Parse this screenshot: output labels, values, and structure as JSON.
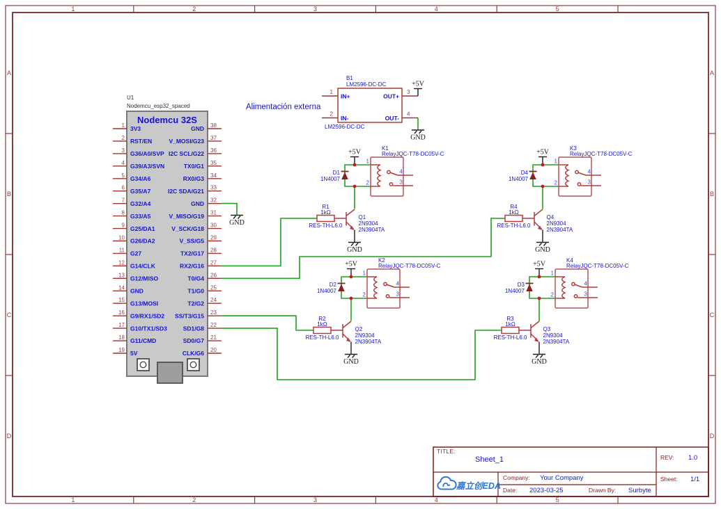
{
  "frame": {
    "top_labels": [
      "1",
      "2",
      "3",
      "4",
      "5"
    ],
    "bottom_labels": [
      "1",
      "2",
      "3",
      "4",
      "5"
    ],
    "side_labels": [
      "A",
      "B",
      "C",
      "D"
    ]
  },
  "note": "Alimentación externa",
  "power": {
    "vcc": "+5V",
    "gnd": "GND"
  },
  "u1": {
    "ref": "U1",
    "footprint": "Nodemcu_esp32_spaced",
    "title": "Nodemcu 32S",
    "left_pins": [
      {
        "n": "1",
        "name": "3V3"
      },
      {
        "n": "2",
        "name": "RST/EN"
      },
      {
        "n": "3",
        "name": "G36/A0/SVP"
      },
      {
        "n": "4",
        "name": "G39/A3/SVN"
      },
      {
        "n": "5",
        "name": "G34/A6"
      },
      {
        "n": "6",
        "name": "G35/A7"
      },
      {
        "n": "7",
        "name": "G32/A4"
      },
      {
        "n": "8",
        "name": "G33/A5"
      },
      {
        "n": "9",
        "name": "G25/DA1"
      },
      {
        "n": "10",
        "name": "G26/DA2"
      },
      {
        "n": "11",
        "name": "G27"
      },
      {
        "n": "12",
        "name": "G14/CLK"
      },
      {
        "n": "13",
        "name": "G12/MISO"
      },
      {
        "n": "14",
        "name": "GND"
      },
      {
        "n": "15",
        "name": "G13/MOSI"
      },
      {
        "n": "16",
        "name": "G9/RX1/SD2"
      },
      {
        "n": "17",
        "name": "G10/TX1/SD3"
      },
      {
        "n": "18",
        "name": "G11/CMD"
      },
      {
        "n": "19",
        "name": "5V"
      }
    ],
    "right_pins": [
      {
        "n": "38",
        "name": "GND"
      },
      {
        "n": "37",
        "name": "V_MOSI/G23"
      },
      {
        "n": "36",
        "name": "I2C SCL/G22"
      },
      {
        "n": "35",
        "name": "TX0/G1"
      },
      {
        "n": "34",
        "name": "RX0/G3"
      },
      {
        "n": "33",
        "name": "I2C SDA/G21"
      },
      {
        "n": "32",
        "name": "GND"
      },
      {
        "n": "31",
        "name": "V_MISO/G19"
      },
      {
        "n": "30",
        "name": "V_SCK/G18"
      },
      {
        "n": "29",
        "name": "V_SS/G5"
      },
      {
        "n": "28",
        "name": "TX2/G17"
      },
      {
        "n": "27",
        "name": "RX2/G16"
      },
      {
        "n": "26",
        "name": "T0/G4"
      },
      {
        "n": "25",
        "name": "T1/G0"
      },
      {
        "n": "24",
        "name": "T2/G2"
      },
      {
        "n": "23",
        "name": "SS/T3/G15"
      },
      {
        "n": "22",
        "name": "SD1/G8"
      },
      {
        "n": "21",
        "name": "SD0/G7"
      },
      {
        "n": "20",
        "name": "CLK/G6"
      }
    ]
  },
  "b1": {
    "ref": "B1",
    "name": "LM2596-DC-DC",
    "name_below": "LM2596-DC-DC",
    "pins": [
      {
        "n": "1",
        "name": "IN+"
      },
      {
        "n": "2",
        "name": "IN-"
      },
      {
        "n": "3",
        "name": "OUT+"
      },
      {
        "n": "4",
        "name": "OUT-"
      }
    ]
  },
  "relay_circuits": [
    {
      "relay_ref": "K1",
      "relay_part": "RelayJQC-T78-DC05V-C",
      "pins": [
        "1",
        "2",
        "4",
        "3"
      ],
      "diode_ref": "D1",
      "diode_part": "1N4007",
      "res_ref": "R1",
      "res_value": "1kΩ",
      "res_part": "RES-TH-L6.0",
      "q_ref": "Q1",
      "q_value": "2N9304",
      "q_part": "2N3904TA"
    },
    {
      "relay_ref": "K2",
      "relay_part": "RelayJQC-T78-DC05V-C",
      "pins": [
        "1",
        "2",
        "4",
        "3"
      ],
      "diode_ref": "D2",
      "diode_part": "1N4007",
      "res_ref": "R2",
      "res_value": "1kΩ",
      "res_part": "RES-TH-L6.0",
      "q_ref": "Q2",
      "q_value": "2N9304",
      "q_part": "2N3904TA"
    },
    {
      "relay_ref": "K3",
      "relay_part": "RelayJQC-T78-DC05V-C",
      "pins": [
        "1",
        "2",
        "4",
        "3"
      ],
      "diode_ref": "D4",
      "diode_part": "1N4007",
      "res_ref": "R4",
      "res_value": "1kΩ",
      "res_part": "RES-TH-L6.0",
      "q_ref": "Q4",
      "q_value": "2N9304",
      "q_part": "2N3904TA"
    },
    {
      "relay_ref": "K4",
      "relay_part": "RelayJQC-T78-DC05V-C",
      "pins": [
        "1",
        "2",
        "4",
        "3"
      ],
      "diode_ref": "D3",
      "diode_part": "1N4007",
      "res_ref": "R3",
      "res_value": "1kΩ",
      "res_part": "RES-TH-L6.0",
      "q_ref": "Q3",
      "q_value": "2N9304",
      "q_part": "2N3904TA"
    }
  ],
  "titleblock": {
    "title_label": "TITLE:",
    "title": "Sheet_1",
    "rev_label": "REV:",
    "rev": "1.0",
    "company_label": "Company:",
    "company": "Your Company",
    "sheet_label": "Sheet:",
    "sheet": "1/1",
    "date_label": "Date:",
    "date": "2023-03-25",
    "drawn_label": "Drawn By:",
    "drawn": "Surbyte",
    "logo_text": "嘉立创EDA"
  }
}
